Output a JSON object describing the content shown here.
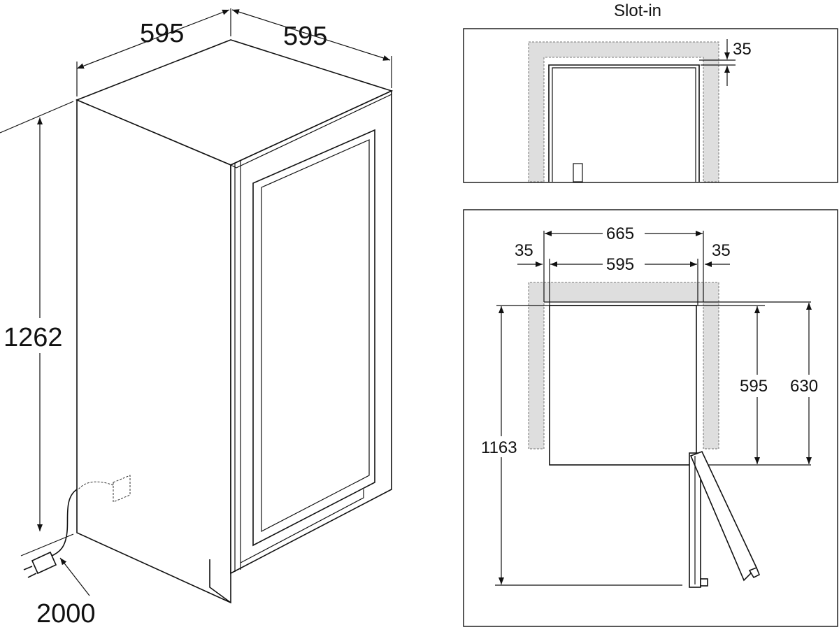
{
  "iso_view": {
    "width_label": "595",
    "depth_label": "595",
    "height_label": "1262",
    "cable_label": "2000"
  },
  "slot_in_view": {
    "title": "Slot-in",
    "gap_label": "35"
  },
  "plan_view": {
    "niche_width_label": "665",
    "gap_left_label": "35",
    "appliance_width_label": "595",
    "gap_right_label": "35",
    "appliance_depth_label": "595",
    "niche_depth_label": "630",
    "door_open_label": "1163"
  }
}
